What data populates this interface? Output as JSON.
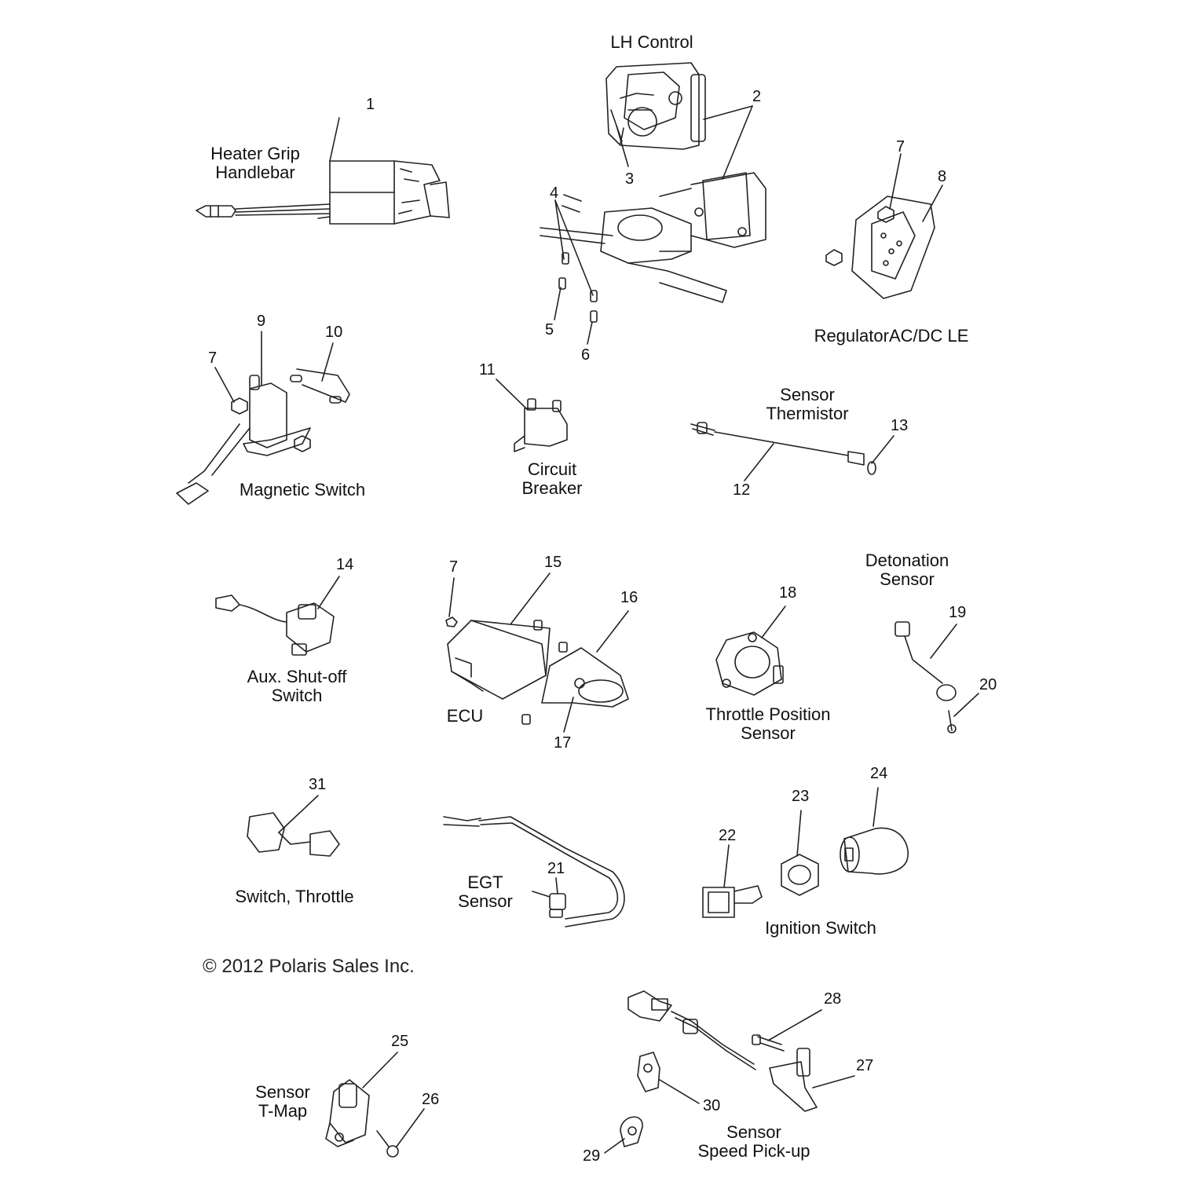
{
  "labels": {
    "lh_control": "LH Control",
    "heater_grip": "Heater Grip\nHandlebar",
    "regulator": "RegulatorAC/DC LE",
    "magnetic_switch": "Magnetic Switch",
    "circuit_breaker": "Circuit\nBreaker",
    "sensor_thermistor": "Sensor\nThermistor",
    "aux_shutoff": "Aux. Shut-off\nSwitch",
    "ecu": "ECU",
    "throttle_position": "Throttle Position\nSensor",
    "detonation": "Detonation\nSensor",
    "switch_throttle": "Switch, Throttle",
    "egt_sensor": "EGT\nSensor",
    "ignition_switch": "Ignition Switch",
    "sensor_tmap": "Sensor\nT-Map",
    "speed_pickup": "Sensor\nSpeed Pick-up"
  },
  "copyright": "2012 Polaris Sales Inc.",
  "copyright_symbol": "©",
  "callouts": {
    "n1": "1",
    "n2": "2",
    "n3": "3",
    "n4": "4",
    "n5": "5",
    "n6": "6",
    "n7a": "7",
    "n7b": "7",
    "n7c": "7",
    "n8": "8",
    "n9": "9",
    "n10": "10",
    "n11": "11",
    "n12": "12",
    "n13": "13",
    "n14": "14",
    "n15": "15",
    "n16": "16",
    "n17": "17",
    "n18": "18",
    "n19": "19",
    "n20": "20",
    "n21": "21",
    "n22": "22",
    "n23": "23",
    "n24": "24",
    "n25": "25",
    "n26": "26",
    "n27": "27",
    "n28": "28",
    "n29": "29",
    "n30": "30",
    "n31": "31"
  }
}
